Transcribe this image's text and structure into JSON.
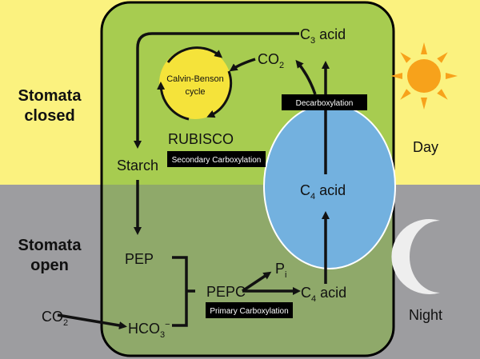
{
  "sides": {
    "top_left": [
      "Stomata",
      "closed"
    ],
    "bottom_left": [
      "Stomata",
      "open"
    ],
    "top_right": "Day",
    "bottom_right": "Night"
  },
  "nodes": {
    "c3_acid": {
      "base": "C",
      "sub": "3",
      "rest": " acid"
    },
    "co2_top": {
      "base": "CO",
      "sub": "2"
    },
    "calvin_line1": "Calvin-Benson",
    "calvin_line2": "cycle",
    "rubisco": "RUBISCO",
    "starch": "Starch",
    "pep": "PEP",
    "pepc": "PEPC",
    "pi": {
      "base": "P",
      "sub": "i"
    },
    "c4_acid_top": {
      "base": "C",
      "sub": "4",
      "rest": " acid"
    },
    "c4_acid_bottom": {
      "base": "C",
      "sub": "4",
      "rest": " acid"
    },
    "co2_outside": {
      "base": "CO",
      "sub": "2"
    },
    "hco3": {
      "base": "HCO",
      "sub": "3",
      "sup": "−"
    }
  },
  "badges": {
    "decarboxylation": "Decarboxylation",
    "secondary": "Secondary Carboxylation",
    "primary": "Primary Carboxylation"
  },
  "colors": {
    "day_band": "#fbf27f",
    "night_band": "#9d9da0",
    "cell_day": "#a7cc50",
    "cell_night": "#8fa96a",
    "vacuole": "#73b1df",
    "calvin_cycle": "#f5e33a",
    "badge": "#000000",
    "sun": "#f7a21b",
    "moon": "#eeeeee"
  },
  "icons": {
    "sun": "sun-icon",
    "moon": "moon-icon"
  }
}
